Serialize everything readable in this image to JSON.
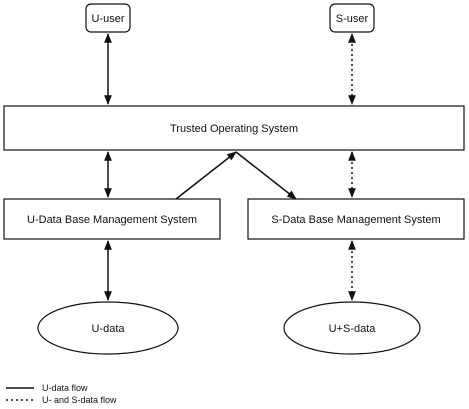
{
  "nodes": {
    "u_user": "U-user",
    "s_user": "S-user",
    "tos": "Trusted Operating System",
    "u_dbms": "U-Data Base Management System",
    "s_dbms": "S-Data Base Management System",
    "u_data": "U-data",
    "us_data": "U+S-data"
  },
  "legend": {
    "solid_label": "U-data flow",
    "dotted_label": "U- and S-data flow"
  },
  "colors": {
    "stroke": "#111111",
    "fill": "#ffffff",
    "text": "#111111"
  }
}
